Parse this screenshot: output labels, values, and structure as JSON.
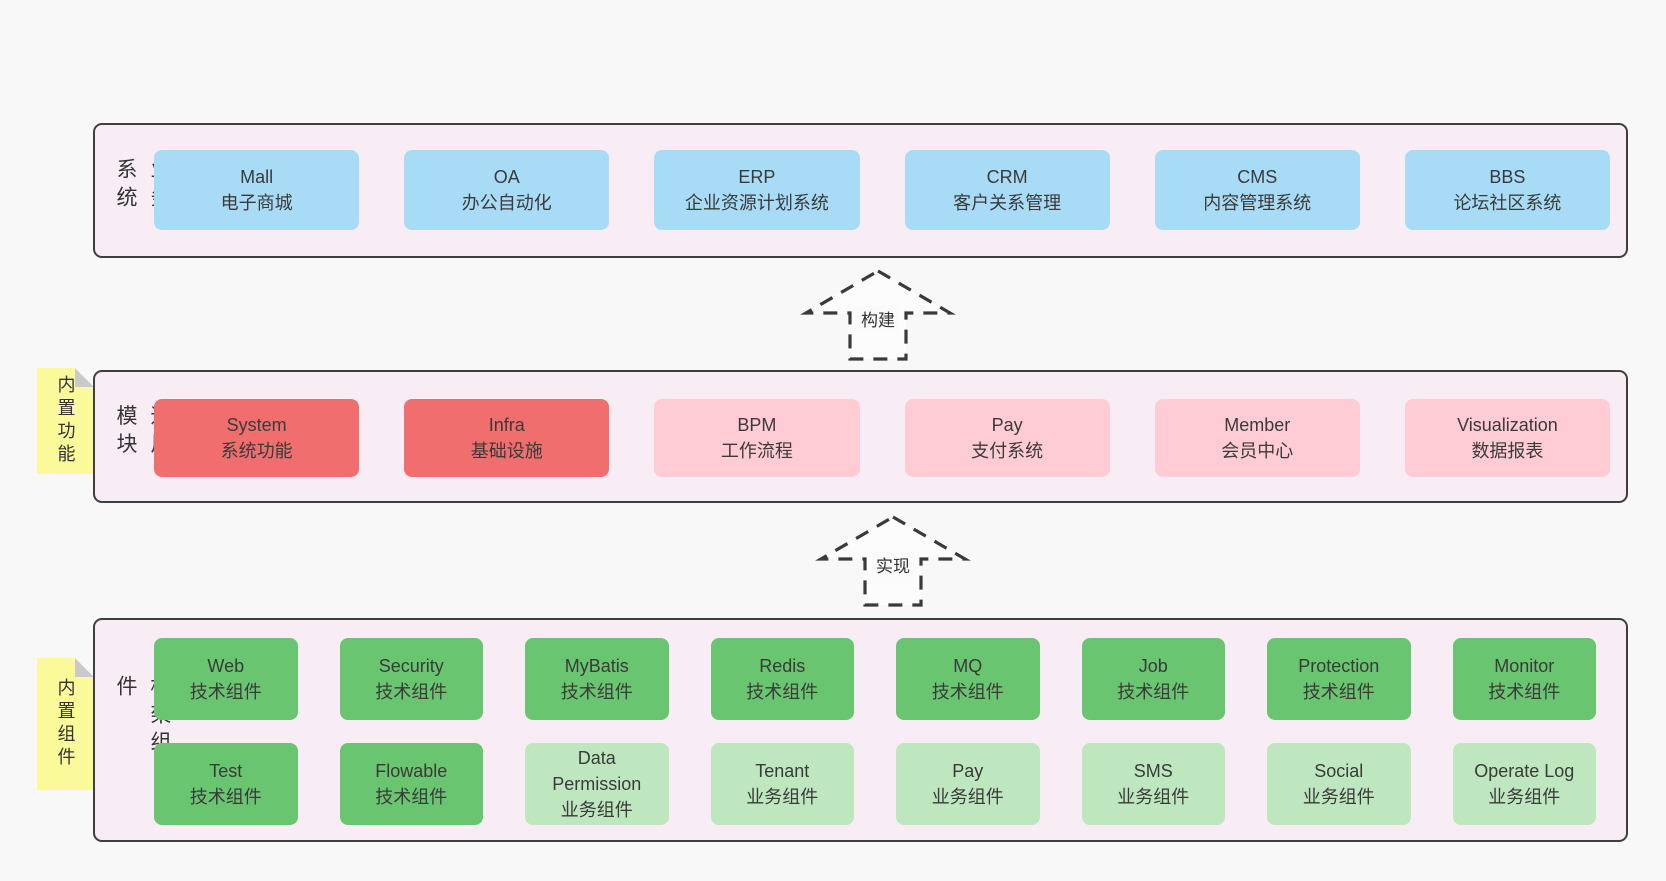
{
  "colors": {
    "page_bg": "#f8f8f8",
    "band_bg": "#f8edf5",
    "band_border": "#3f3f3f",
    "box_blue": "#a8dcf6",
    "box_red": "#f06e6e",
    "box_pink": "#ffccd6",
    "box_green": "#6ac571",
    "box_light_green": "#bee7c0",
    "sticky_yellow": "#fafa9b",
    "sticky_fold_gray": "#c9c9c9",
    "text": "#3a3a3a"
  },
  "arrows": [
    {
      "label": "构建"
    },
    {
      "label": "实现"
    }
  ],
  "bands": [
    {
      "title": "业务系统",
      "boxes": [
        {
          "name": "Mall",
          "desc": "电子商城",
          "variant": "blue"
        },
        {
          "name": "OA",
          "desc": "办公自动化",
          "variant": "blue"
        },
        {
          "name": "ERP",
          "desc": "企业资源计划系统",
          "variant": "blue"
        },
        {
          "name": "CRM",
          "desc": "客户关系管理",
          "variant": "blue"
        },
        {
          "name": "CMS",
          "desc": "内容管理系统",
          "variant": "blue"
        },
        {
          "name": "BBS",
          "desc": "论坛社区系统",
          "variant": "blue"
        }
      ]
    },
    {
      "title": "通用模块",
      "tag": "内置功能",
      "boxes": [
        {
          "name": "System",
          "desc": "系统功能",
          "variant": "red"
        },
        {
          "name": "Infra",
          "desc": "基础设施",
          "variant": "red"
        },
        {
          "name": "BPM",
          "desc": "工作流程",
          "variant": "pink"
        },
        {
          "name": "Pay",
          "desc": "支付系统",
          "variant": "pink"
        },
        {
          "name": "Member",
          "desc": "会员中心",
          "variant": "pink"
        },
        {
          "name": "Visualization",
          "desc": "数据报表",
          "variant": "pink"
        }
      ]
    },
    {
      "title": "框架组件",
      "tag": "内置组件",
      "rows": [
        [
          {
            "name": "Web",
            "desc": "技术组件",
            "variant": "green"
          },
          {
            "name": "Security",
            "desc": "技术组件",
            "variant": "green"
          },
          {
            "name": "MyBatis",
            "desc": "技术组件",
            "variant": "green"
          },
          {
            "name": "Redis",
            "desc": "技术组件",
            "variant": "green"
          },
          {
            "name": "MQ",
            "desc": "技术组件",
            "variant": "green"
          },
          {
            "name": "Job",
            "desc": "技术组件",
            "variant": "green"
          },
          {
            "name": "Protection",
            "desc": "技术组件",
            "variant": "green"
          },
          {
            "name": "Monitor",
            "desc": "技术组件",
            "variant": "green"
          }
        ],
        [
          {
            "name": "Test",
            "desc": "技术组件",
            "variant": "green"
          },
          {
            "name": "Flowable",
            "desc": "技术组件",
            "variant": "green"
          },
          {
            "name": "Data Permission",
            "desc": "业务组件",
            "variant": "lgreen"
          },
          {
            "name": "Tenant",
            "desc": "业务组件",
            "variant": "lgreen"
          },
          {
            "name": "Pay",
            "desc": "业务组件",
            "variant": "lgreen"
          },
          {
            "name": "SMS",
            "desc": "业务组件",
            "variant": "lgreen"
          },
          {
            "name": "Social",
            "desc": "业务组件",
            "variant": "lgreen"
          },
          {
            "name": "Operate Log",
            "desc": "业务组件",
            "variant": "lgreen"
          }
        ]
      ]
    }
  ]
}
